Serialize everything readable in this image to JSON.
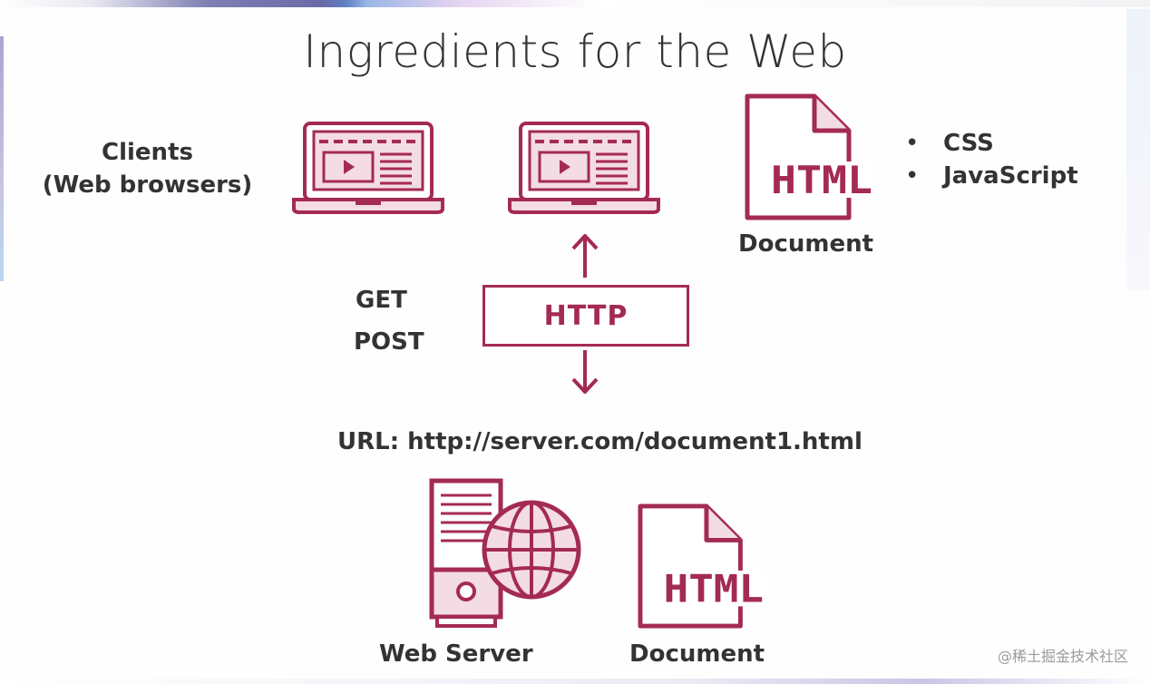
{
  "title": "Ingredients for the Web",
  "clients_label_line1": "Clients",
  "clients_label_line2": "(Web browsers)",
  "document_top_label": "Document",
  "document_top_icon_text": "HTML",
  "bullets": [
    "CSS",
    "JavaScript"
  ],
  "methods": [
    "GET",
    "POST"
  ],
  "http_label": "HTTP",
  "url_label": "URL: http://server.com/document1.html",
  "server_label": "Web Server",
  "document_bottom_label": "Document",
  "document_bottom_icon_text": "HTML",
  "watermark": "@稀土掘金技术社区",
  "icons": {
    "laptop": "laptop-icon",
    "document": "html-document-icon",
    "server": "web-server-icon",
    "globe": "globe-icon",
    "arrow_up": "arrow-up-icon",
    "arrow_down": "arrow-down-icon"
  },
  "colors": {
    "accent": "#a42a56",
    "accent_fill": "#f3dce4",
    "text": "#333333"
  }
}
